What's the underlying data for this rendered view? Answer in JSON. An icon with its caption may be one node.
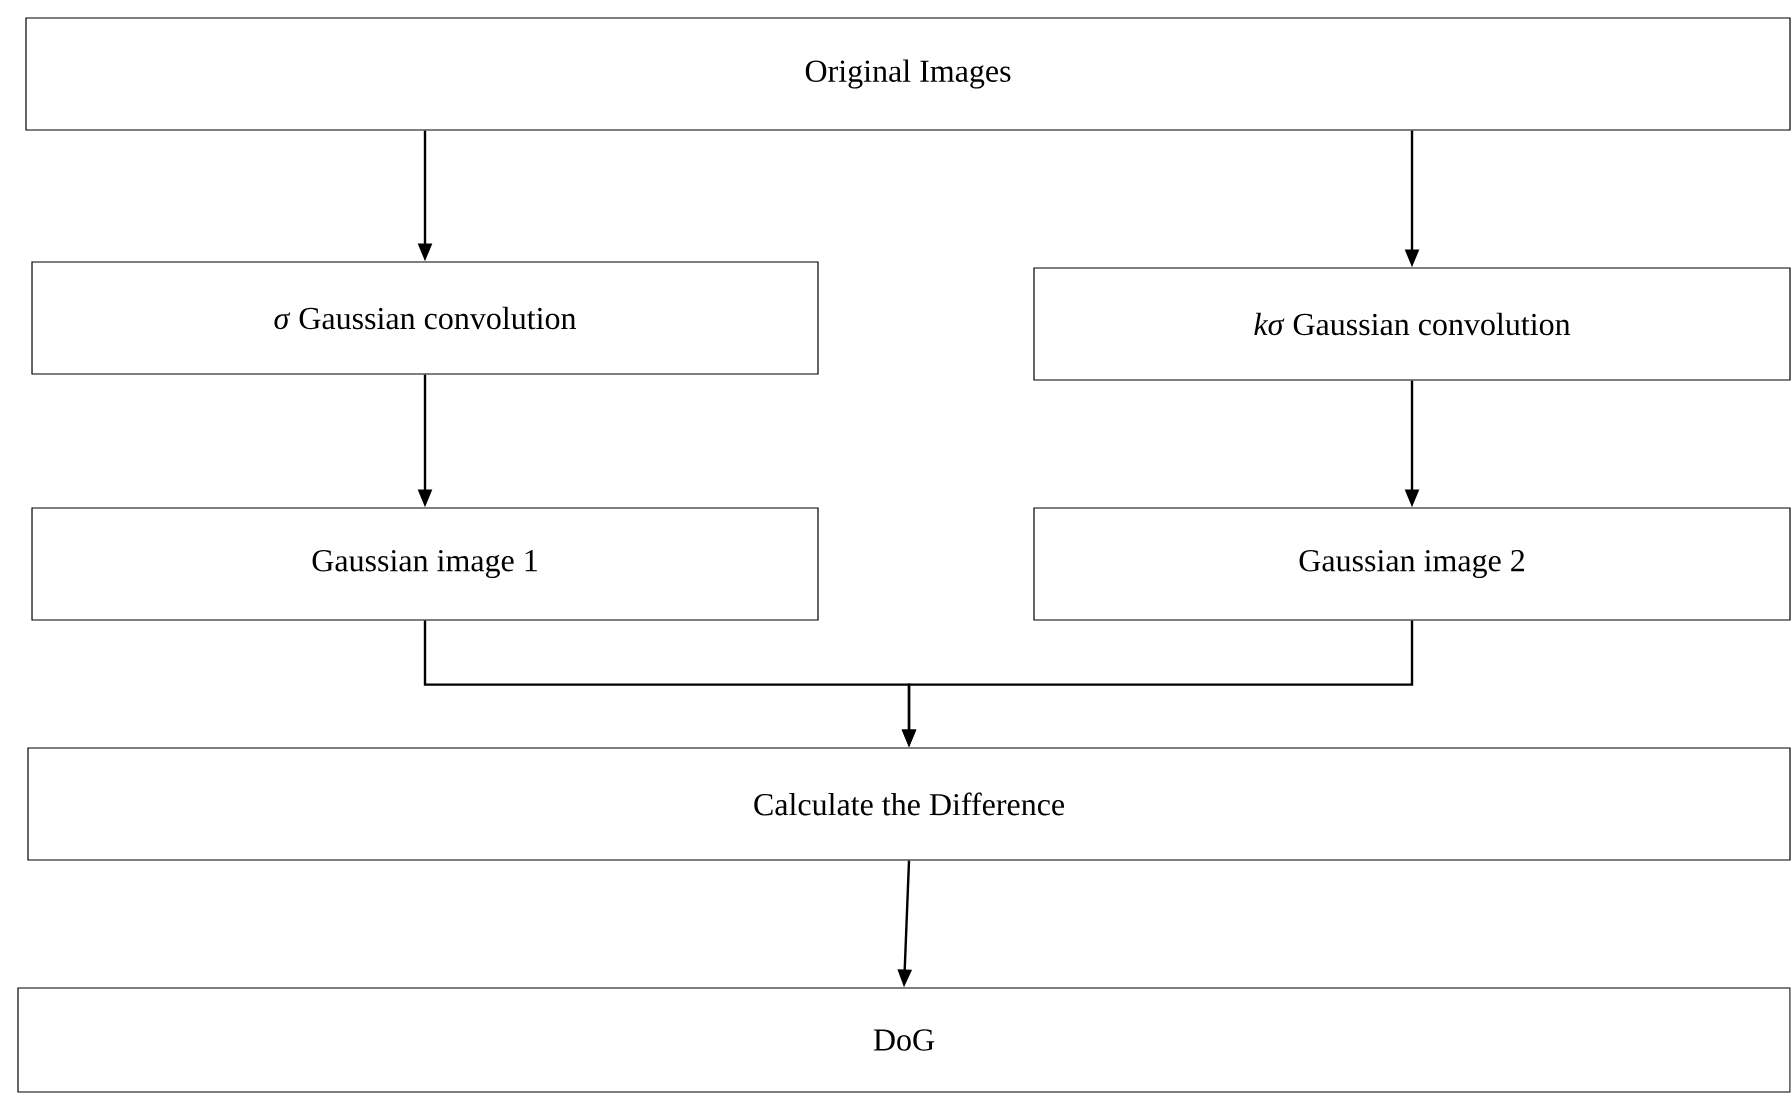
{
  "diagram": {
    "nodes": [
      {
        "text": [
          "Original Images"
        ]
      },
      {
        "text": [
          "*σ*  Gaussian convolution"
        ]
      },
      {
        "text": [
          "*kσ*  Gaussian convolution"
        ]
      },
      {
        "text": [
          "Gaussian image 1"
        ]
      },
      {
        "text": [
          "Gaussian image 2"
        ]
      },
      {
        "text": [
          "Calculate the Difference"
        ]
      },
      {
        "text": [
          "DoG"
        ]
      }
    ],
    "edges": [
      {
        "from": 0,
        "to": 1,
        "arrow": "to"
      },
      {
        "from": 0,
        "to": 2,
        "arrow": "to"
      },
      {
        "from": 1,
        "to": 3,
        "arrow": "to"
      },
      {
        "from": 2,
        "to": 4,
        "arrow": "to"
      },
      {
        "from": 3,
        "to": 5,
        "arrow": "to"
      },
      {
        "from": 4,
        "to": 5,
        "arrow": "to"
      },
      {
        "from": 5,
        "to": 6,
        "arrow": "to"
      }
    ]
  }
}
